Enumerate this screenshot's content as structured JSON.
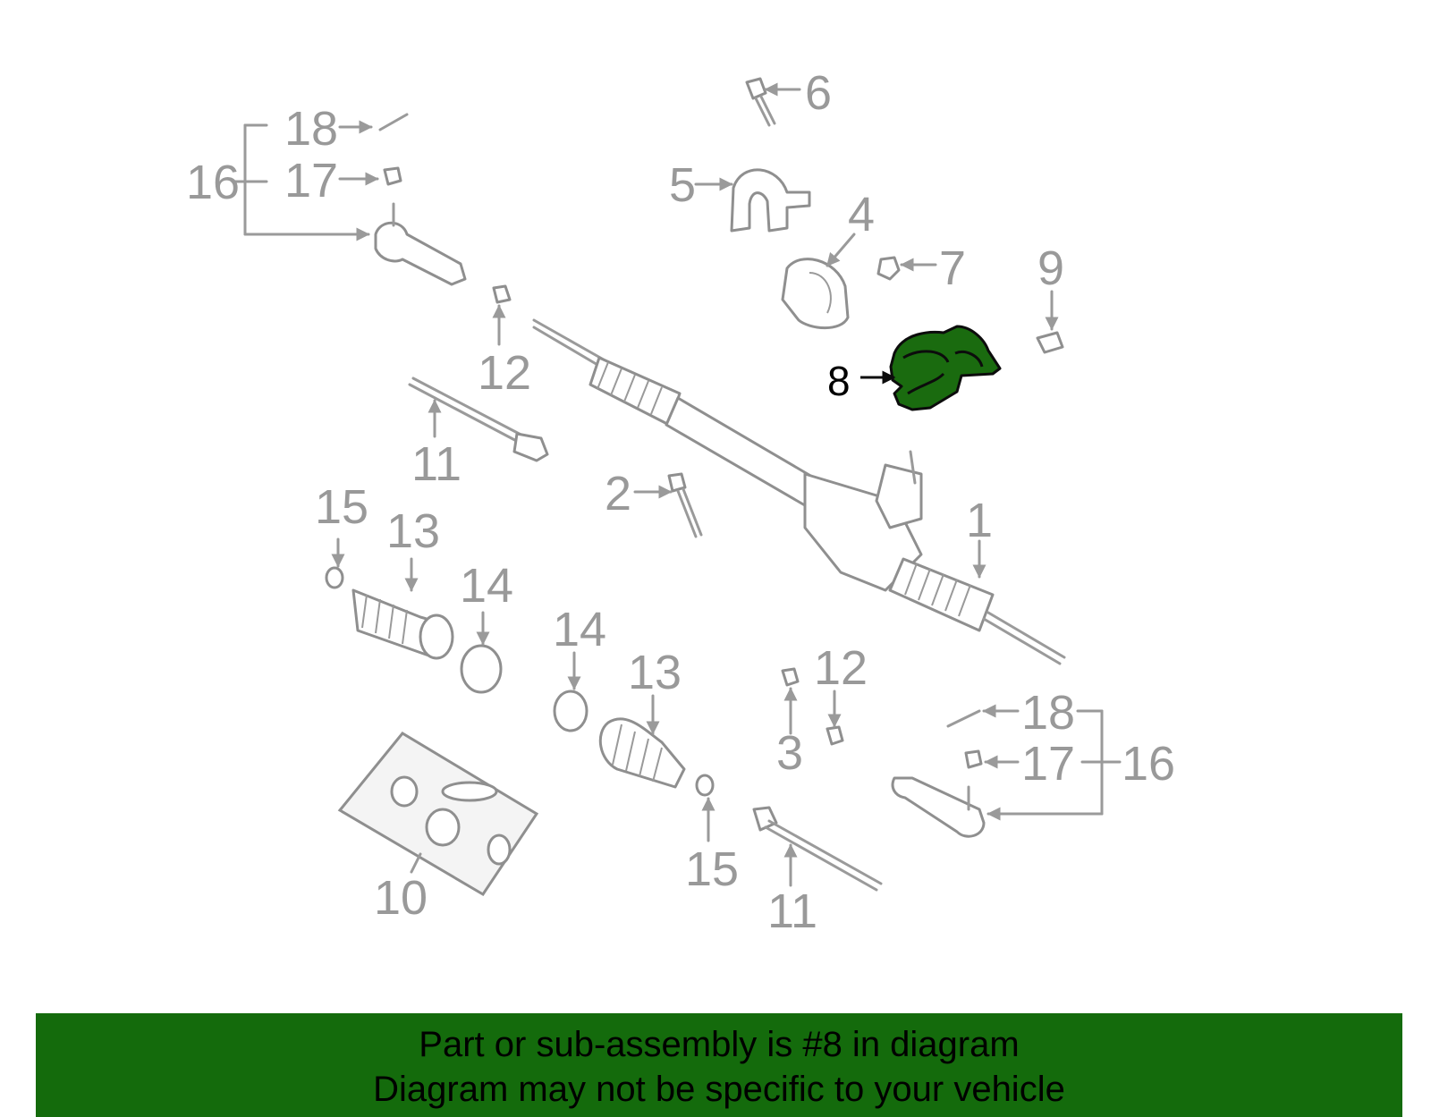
{
  "callouts": {
    "n1": "1",
    "n2": "2",
    "n3": "3",
    "n4": "4",
    "n5": "5",
    "n6": "6",
    "n7": "7",
    "n8": "8",
    "n9": "9",
    "n10": "10",
    "n11a": "11",
    "n11b": "11",
    "n12a": "12",
    "n12b": "12",
    "n13a": "13",
    "n13b": "13",
    "n14a": "14",
    "n14b": "14",
    "n15a": "15",
    "n15b": "15",
    "n16a": "16",
    "n16b": "16",
    "n17a": "17",
    "n17b": "17",
    "n18a": "18",
    "n18b": "18"
  },
  "highlight": {
    "part": "8",
    "color": "#1a6b0f"
  },
  "banner": {
    "line1": "Part or sub-assembly is #8 in diagram",
    "line2": "Diagram may not be specific to your vehicle",
    "color": "#146b0c"
  }
}
